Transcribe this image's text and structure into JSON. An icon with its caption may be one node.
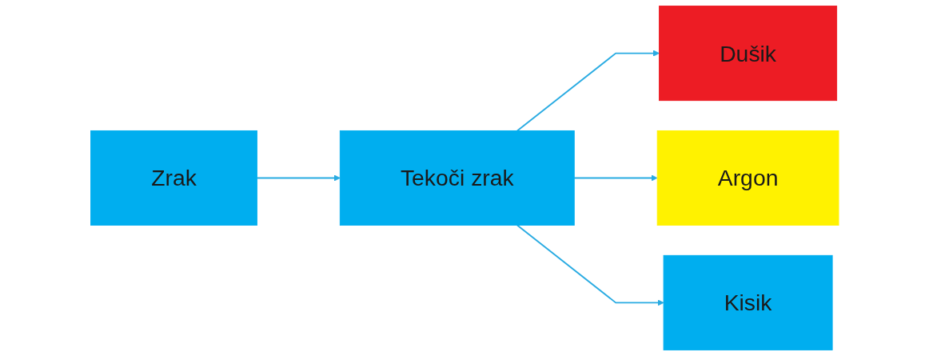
{
  "diagram": {
    "nodes": [
      {
        "text": [
          "Zrak"
        ]
      },
      {
        "text": [
          "Tekoči zrak"
        ]
      },
      {
        "text": [
          "Dušik"
        ]
      },
      {
        "text": [
          "Argon"
        ]
      },
      {
        "text": [
          "Kisik"
        ]
      }
    ],
    "edges": [
      {
        "from": 0,
        "to": 1,
        "arrow": "to"
      },
      {
        "from": 1,
        "to": 2,
        "arrow": "to"
      },
      {
        "from": 1,
        "to": 3,
        "arrow": "to"
      },
      {
        "from": 1,
        "to": 4,
        "arrow": "to"
      }
    ]
  }
}
